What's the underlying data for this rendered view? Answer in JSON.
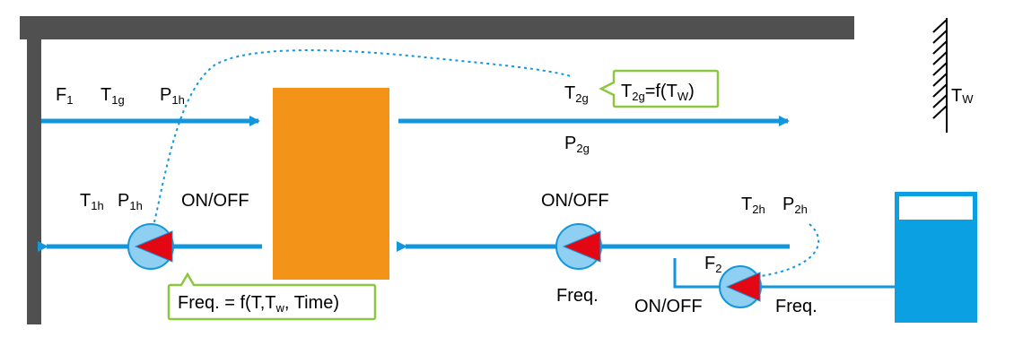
{
  "colors": {
    "wall": "#505050",
    "pipe": "#1296dc",
    "exchanger": "#f39318",
    "pump_circle": "#8fd0f2",
    "pump_triangle": "#e30613",
    "callout_border": "#8dc63f",
    "tank": "#0aa0e2",
    "dotted": "#1296dc"
  },
  "top_left": {
    "F1": {
      "main": "F",
      "sub": "1"
    },
    "T1g": {
      "main": "T",
      "sub": "1g"
    },
    "P1h_top": {
      "main": "P",
      "sub": "1h"
    }
  },
  "top_right": {
    "T2g": {
      "main": "T",
      "sub": "2g"
    },
    "P2g": {
      "main": "P",
      "sub": "2g"
    }
  },
  "callout_top": {
    "pre": "T",
    "sub": "2g",
    "mid": "=f(T",
    "sub2": "W",
    "post": ")"
  },
  "tw": {
    "main": "T",
    "sub": "W"
  },
  "bottom_left": {
    "T1h": {
      "main": "T",
      "sub": "1h"
    },
    "P1h": {
      "main": "P",
      "sub": "1h"
    },
    "onoff": "ON/OFF"
  },
  "callout_bottom": {
    "pre": "Freq. = f(T,T",
    "sub": "w",
    "post": ", Time)"
  },
  "bottom_middle": {
    "onoff": "ON/OFF",
    "freq": "Freq."
  },
  "bottom_right": {
    "T2h": {
      "main": "T",
      "sub": "2h"
    },
    "P2h": {
      "main": "P",
      "sub": "2h"
    },
    "F2": {
      "main": "F",
      "sub": "2"
    },
    "onoff": "ON/OFF",
    "freq": "Freq."
  }
}
